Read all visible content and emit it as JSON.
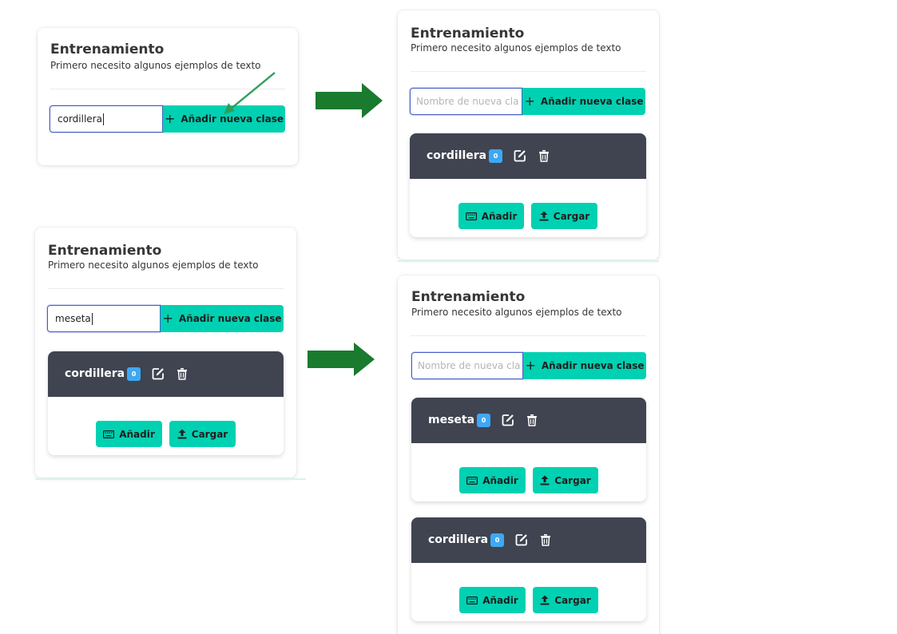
{
  "header": {
    "title": "Entrenamiento",
    "subtitle": "Primero necesito algunos ejemplos de texto"
  },
  "form": {
    "placeholder": "Nombre de nueva clase",
    "placeholder_visible": "Nombre de nueva cla",
    "add_button_label": "Añadir nueva clase",
    "add_icon": "plus-icon"
  },
  "card_actions": {
    "add_label": "Añadir",
    "add_icon": "keyboard-icon",
    "upload_label": "Cargar",
    "upload_icon": "upload-icon",
    "edit_icon": "edit-icon",
    "delete_icon": "trash-icon"
  },
  "states": [
    {
      "input_value": "cordillera",
      "classes": []
    },
    {
      "input_value": "",
      "classes": [
        {
          "name": "cordillera",
          "count": "0"
        }
      ]
    },
    {
      "input_value": "meseta",
      "classes": [
        {
          "name": "cordillera",
          "count": "0"
        }
      ]
    },
    {
      "input_value": "",
      "classes": [
        {
          "name": "meseta",
          "count": "0"
        },
        {
          "name": "cordillera",
          "count": "0"
        }
      ]
    }
  ],
  "colors": {
    "accent": "#00d1b2",
    "card_header": "#3f4450",
    "count_tag": "#3ea8f3",
    "arrow": "#1a7a2e",
    "pointer_arrow": "#2e9e5b",
    "focus_border": "#485fc7"
  }
}
